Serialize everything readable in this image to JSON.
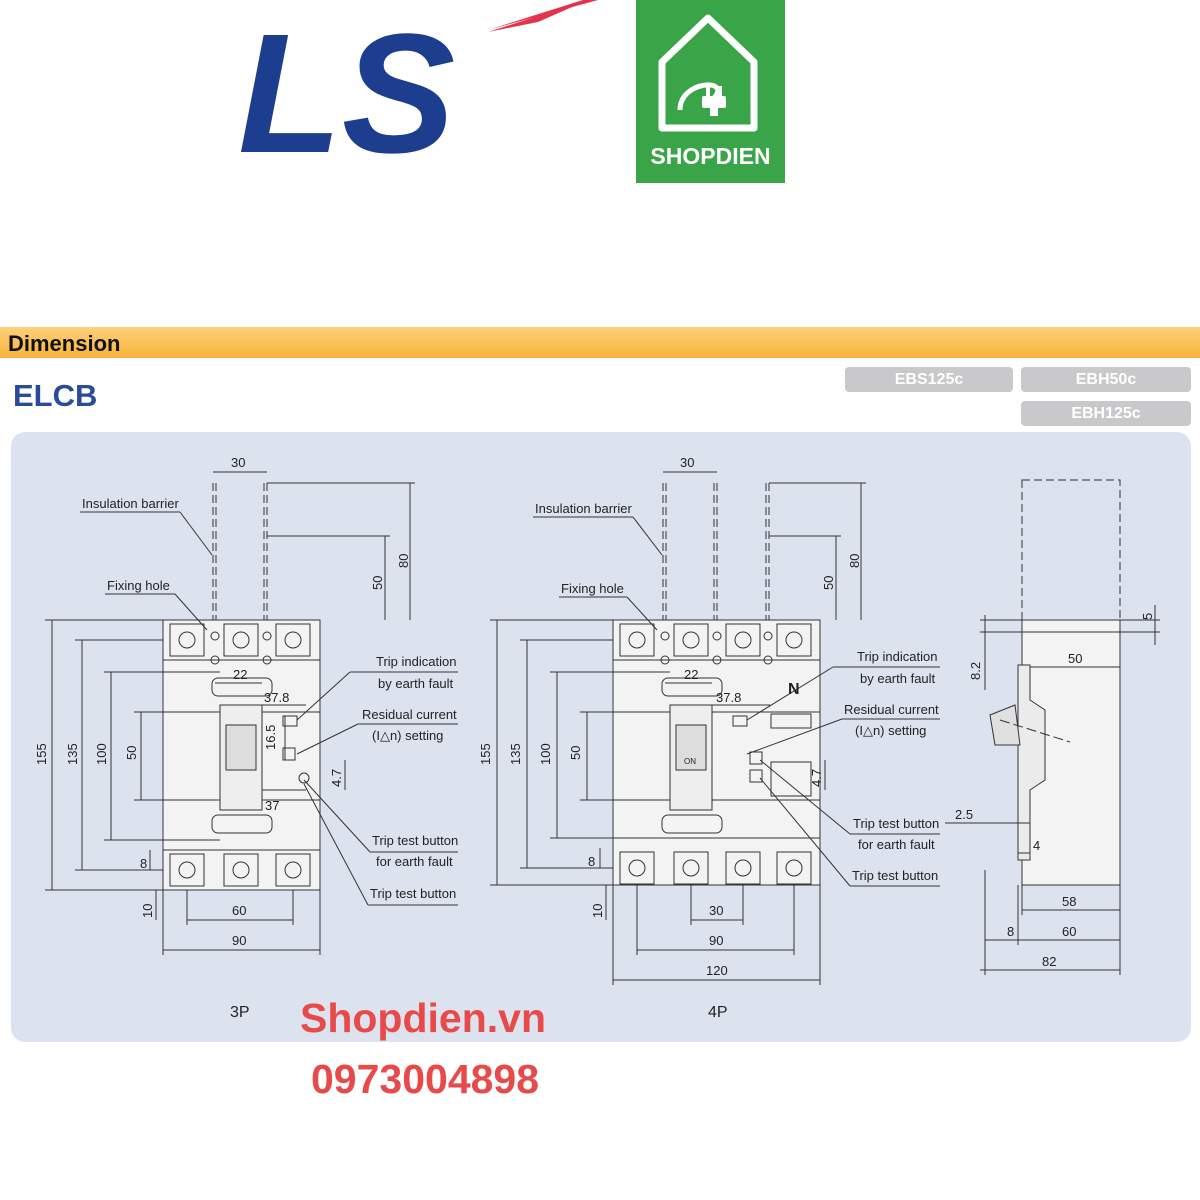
{
  "brand": {
    "ls_logo": "LS",
    "shop_logo_label": "SHOPDIEN"
  },
  "header": {
    "section_title": "Dimension",
    "product": "ELCB"
  },
  "models": [
    "EBS125c",
    "EBH50c",
    "EBH125c"
  ],
  "views": {
    "three_pole": "3P",
    "four_pole": "4P"
  },
  "labels": {
    "insulation_barrier": "Insulation barrier",
    "fixing_hole": "Fixing hole",
    "trip_indication_1": "Trip indication",
    "trip_indication_2": "by earth fault",
    "residual_current_1": "Residual current",
    "residual_current_2": "(I△n) setting",
    "trip_test_earth_1": "Trip test button",
    "trip_test_earth_2": "for earth fault",
    "trip_test_button": "Trip test button",
    "neutral": "N",
    "on_mark": "ON"
  },
  "dims_3p": {
    "top_width": "30",
    "h50": "50",
    "h80": "80",
    "d155": "155",
    "d135": "135",
    "d100": "100",
    "d50": "50",
    "d22": "22",
    "d378": "37.8",
    "d165": "16.5",
    "d37": "37",
    "d47": "4.7",
    "d8": "8",
    "d10": "10",
    "d60": "60",
    "d90": "90"
  },
  "dims_4p": {
    "top_width": "30",
    "h50": "50",
    "h80": "80",
    "d155": "155",
    "d135": "135",
    "d100": "100",
    "d50": "50",
    "d22": "22",
    "d378": "37.8",
    "d47": "4.7",
    "d8": "8",
    "d10": "10",
    "d30": "30",
    "d90": "90",
    "d120": "120"
  },
  "dims_side": {
    "d5": "5",
    "d82h": "8.2",
    "d50": "50",
    "d25": "2.5",
    "d4": "4",
    "d58": "58",
    "d8": "8",
    "d60": "60",
    "d82": "82"
  },
  "watermark": {
    "site": "Shopdien.vn",
    "phone": "0973004898"
  },
  "colors": {
    "banner": "#f7b33b",
    "panel": "#dce3ef",
    "ls_blue": "#1d3d8f",
    "ls_red": "#e5324b",
    "shop_green": "#3aa548",
    "watermark": "#e84a4a",
    "title_blue": "#2a4a9a"
  }
}
